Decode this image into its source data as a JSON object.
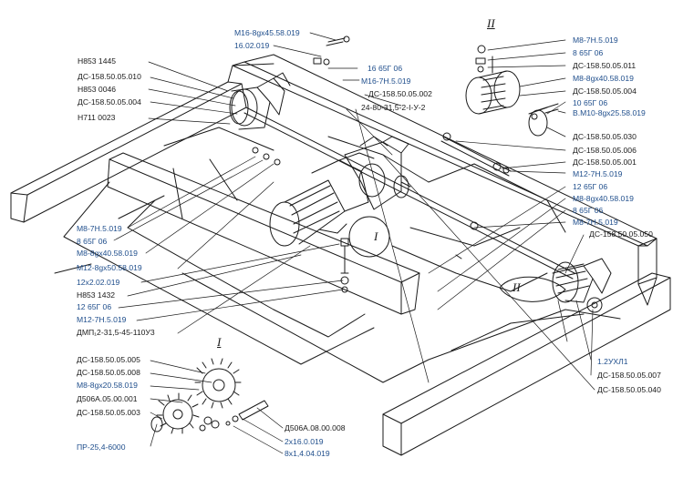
{
  "labels": {
    "top_center": [
      "М16-8gx45.58.019",
      "16.02.019",
      "16 65Г 06",
      "М16-7Н.5.019",
      "ДС-158.50.05.002",
      "24-80-31,5-2-I-У-2"
    ],
    "left_upper": [
      "Н853 1445",
      "ДС-158.50.05.010",
      "Н853 0046",
      "ДС-158.50.05.004",
      "Н711 0023"
    ],
    "left_middle": [
      "М8-7Н.5.019",
      "8 65Г 06",
      "М8-8gx40.58.019",
      "М12-8gx50.58.019",
      "12х2.02.019",
      "Н853 1432",
      "12 65Г 06",
      "М12-7Н.5.019",
      "ДМП₁2-31,5-45-110У3"
    ],
    "right_upper": [
      "М8-7Н.5.019",
      "8 65Г 06",
      "ДС-158.50.05.011",
      "М8-8gx40.58.019",
      "ДС-158.50.05.004",
      "10 65Г 06",
      "В.М10-8gx25.58.019",
      "ДС-158.50.05.030",
      "ДС-158.50.05.006",
      "ДС-158.50.05.001",
      "М12-7Н.5.019",
      "12 65Г 06",
      "М8-8gx40.58.019",
      "8 65Г 06",
      "М8-7Н.5.019",
      "ДС-158.50.05.050"
    ],
    "right_lower": [
      "1.2УХЛ1",
      "ДС-158.50.05.007",
      "ДС-158.50.05.040"
    ],
    "detail_i_left": [
      "ДС-158.50.05.005",
      "ДС-158.50.05.008",
      "М8-8gx20.58.019",
      "Д506А.05.00.001",
      "ДС-158.50.05.003",
      "ПР-25,4-6000"
    ],
    "detail_i_right": [
      "Д506А.08.00.008",
      "2х16.0.019",
      "8х1,4.04.019"
    ],
    "roman": [
      "II",
      "I",
      "I",
      "II"
    ]
  },
  "colors": {
    "line": "#1a1a1a",
    "accent": "#1f4e8c"
  }
}
